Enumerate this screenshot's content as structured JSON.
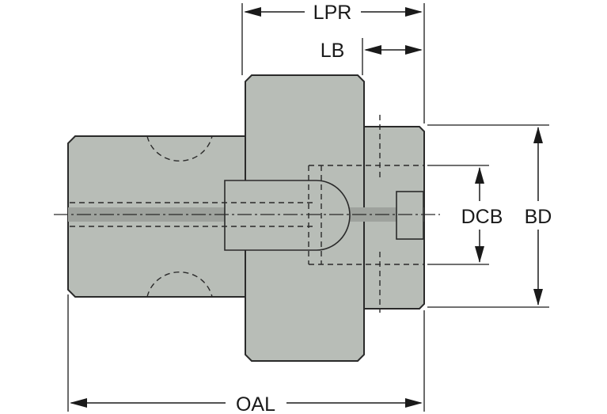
{
  "dimensions": {
    "lpr": "LPR",
    "lb": "LB",
    "dcb": "DCB",
    "bd": "BD",
    "oal": "OAL"
  },
  "colors": {
    "body_fill": "#b8bdb7",
    "centerline_band": "#9ea29d",
    "line": "#1a1a1a"
  }
}
